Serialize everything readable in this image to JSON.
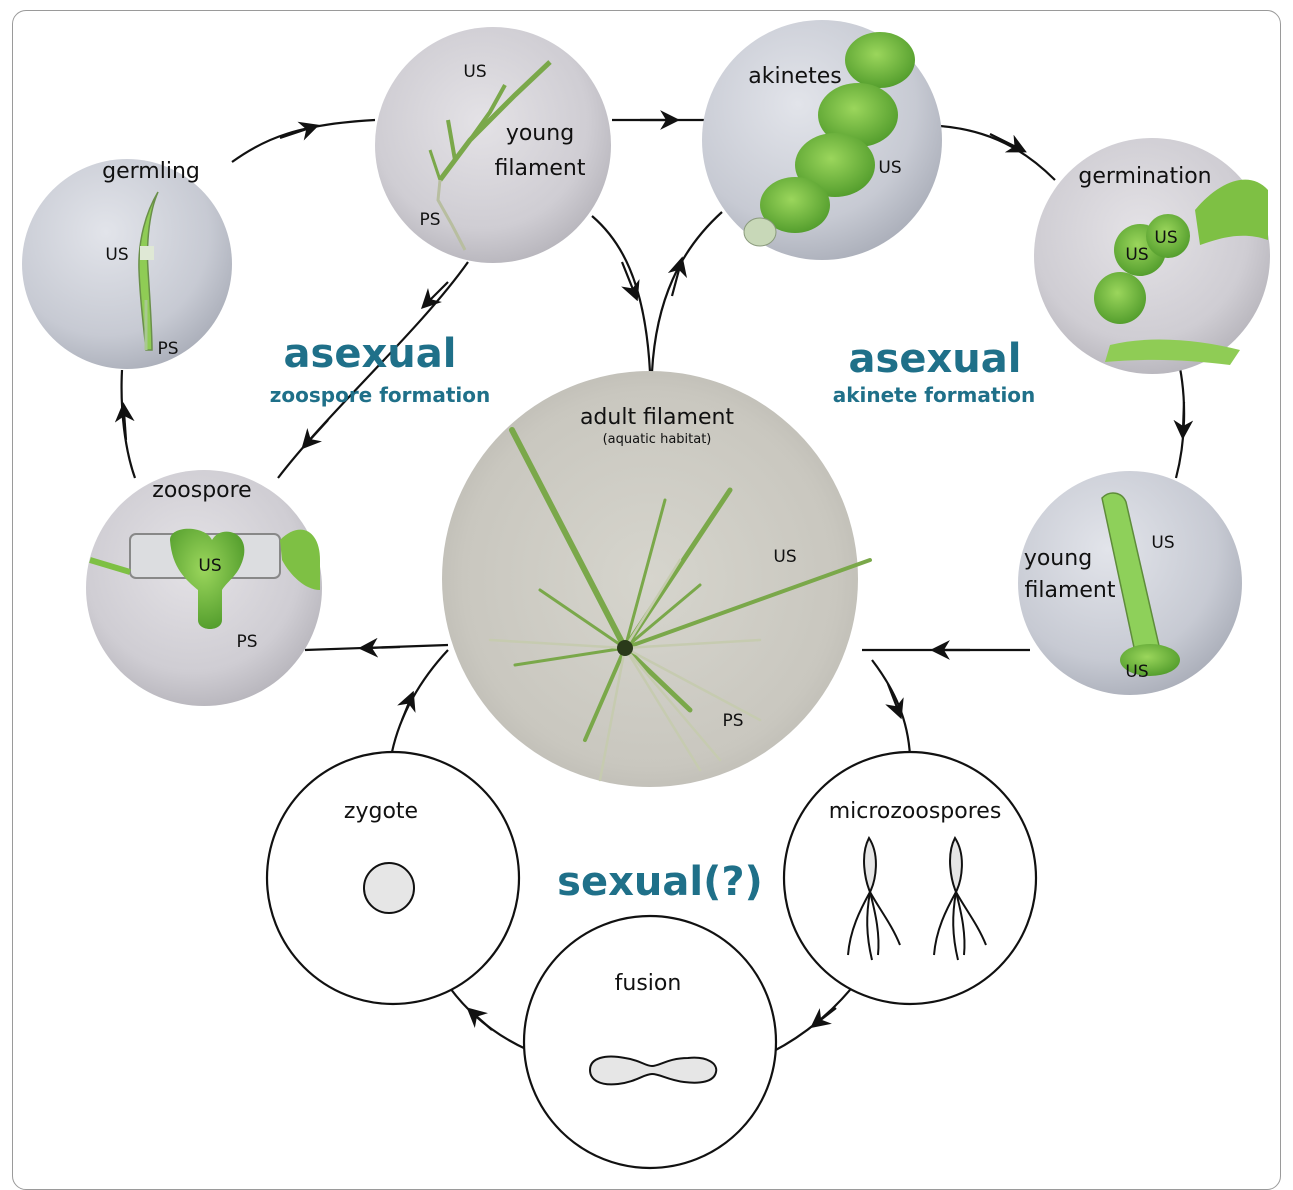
{
  "colors": {
    "accent": "#1f7089",
    "stroke": "#111111",
    "micro_bg": "#c9c9cf",
    "algae_green": "#6db63b"
  },
  "stages": {
    "germling": {
      "label": "germling",
      "us": "US",
      "ps": "PS"
    },
    "young_filament_top": {
      "label_line1": "young",
      "label_line2": "filament",
      "us": "US",
      "ps": "PS"
    },
    "akinetes": {
      "label": "akinetes",
      "us": "US"
    },
    "germination": {
      "label": "germination",
      "us1": "US",
      "us2": "US"
    },
    "young_filament_right": {
      "label_line1": "young",
      "label_line2": "filament",
      "us1": "US",
      "us2": "US"
    },
    "zoospore": {
      "label": "zoospore",
      "us": "US",
      "ps": "PS"
    },
    "adult": {
      "label": "adult filament",
      "sublabel": "(aquatic habitat)",
      "us": "US",
      "ps": "PS"
    },
    "zygote": {
      "label": "zygote"
    },
    "fusion": {
      "label": "fusion"
    },
    "microzoospores": {
      "label": "microzoospores"
    }
  },
  "modes": {
    "asexual_left": {
      "title": "asexual",
      "subtitle": "zoospore formation"
    },
    "asexual_right": {
      "title": "asexual",
      "subtitle": "akinete formation"
    },
    "sexual": {
      "title": "sexual(?)"
    }
  }
}
